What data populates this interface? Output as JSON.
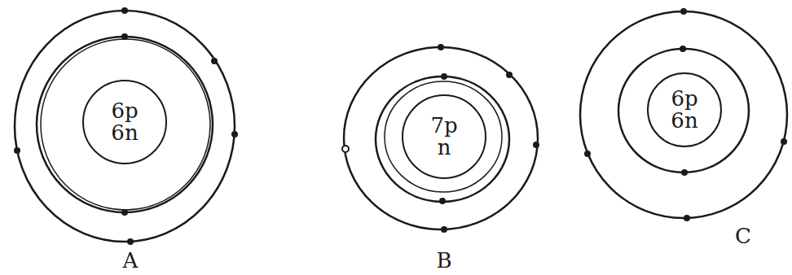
{
  "diagram": {
    "nodes": [
      {
        "text": [
          "6p 6n"
        ]
      },
      {
        "text": [
          "7p n"
        ]
      },
      {
        "text": [
          "6p 6n"
        ]
      }
    ],
    "labels": [
      "A",
      "B",
      "C"
    ]
  }
}
